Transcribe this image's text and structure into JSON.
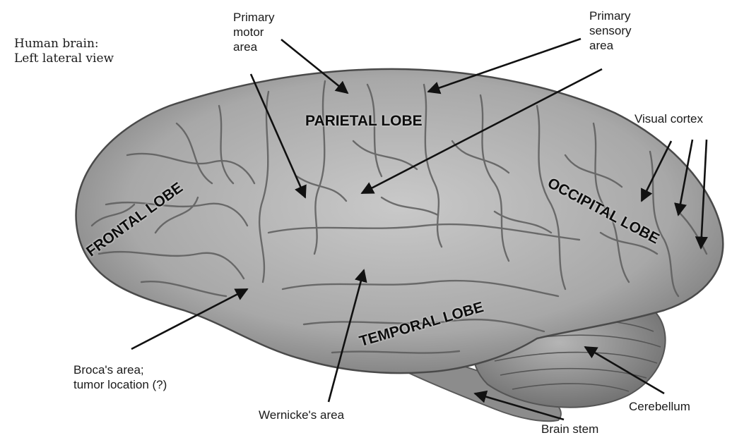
{
  "title": [
    "Human brain:",
    "Left lateral view"
  ],
  "labels": {
    "primary_motor": [
      "Primary",
      "motor",
      "area"
    ],
    "primary_sensory": [
      "Primary",
      "sensory",
      "area"
    ],
    "visual_cortex": "Visual cortex",
    "brocas": [
      "Broca's area;",
      "tumor location (?)"
    ],
    "wernickes": "Wernicke's area",
    "cerebellum": "Cerebellum",
    "brain_stem": "Brain stem"
  },
  "lobes": {
    "frontal": "FRONTAL LOBE",
    "parietal": "PARIETAL LOBE",
    "occipital": "OCCIPITAL LOBE",
    "temporal": "TEMPORAL LOBE"
  }
}
